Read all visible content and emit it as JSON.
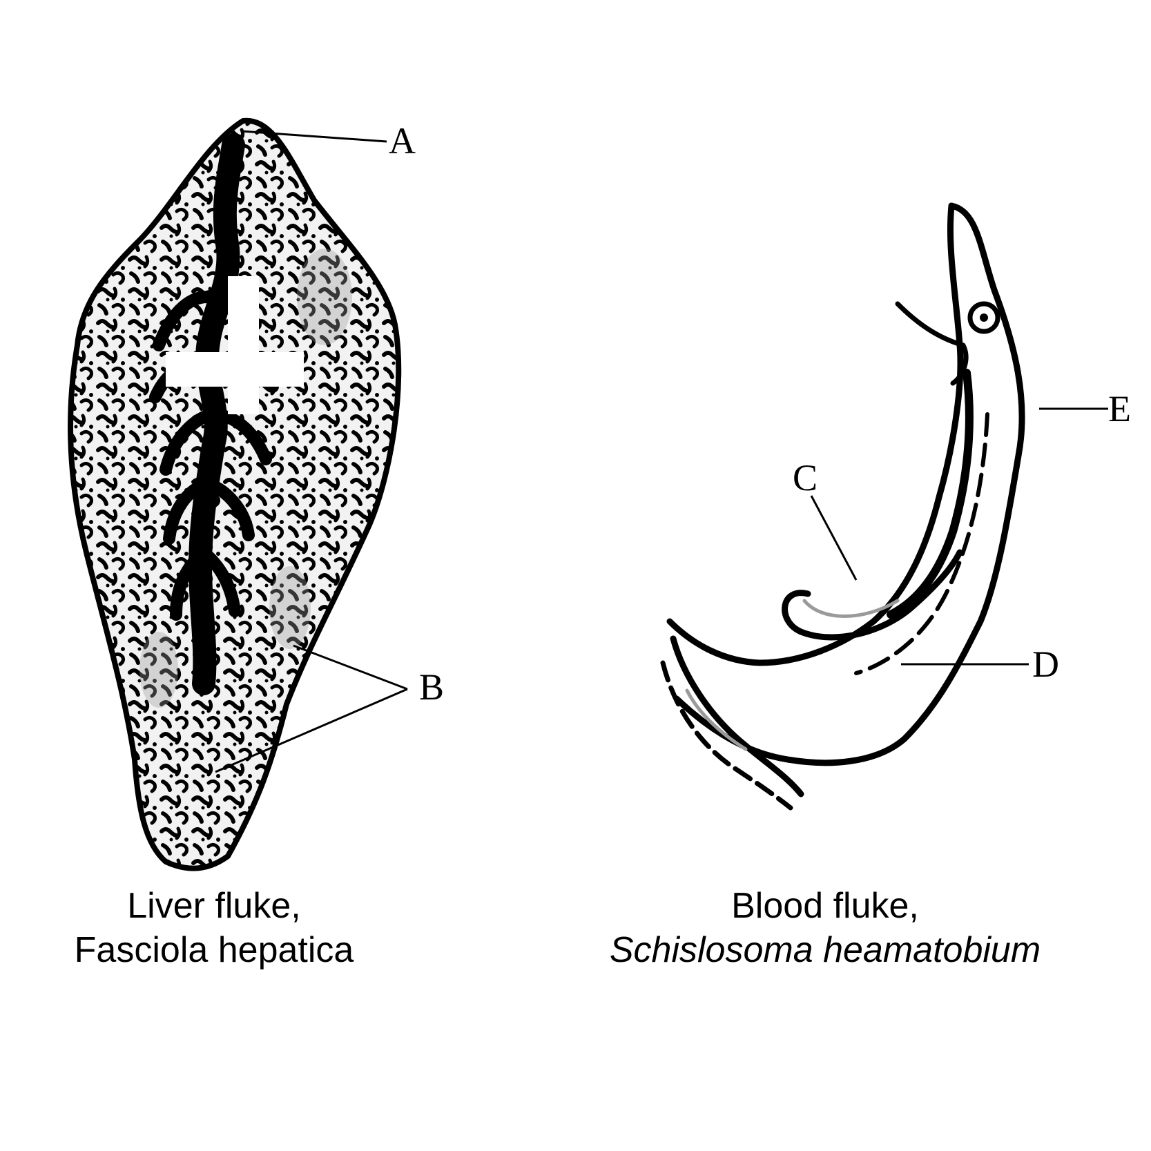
{
  "figure": {
    "liver_fluke": {
      "common_name": "Liver fluke,",
      "species": "Fasciola hepatica",
      "labels": {
        "a": "A",
        "b": "B"
      }
    },
    "blood_fluke": {
      "common_name": "Blood fluke,",
      "species": "Schislosoma heamatobium",
      "labels": {
        "c": "C",
        "d": "D",
        "e": "E"
      }
    }
  },
  "colors": {
    "ink": "#000000",
    "paper": "#ffffff",
    "stipple": "#f2f2f2",
    "shade": "#9a9a9a"
  }
}
